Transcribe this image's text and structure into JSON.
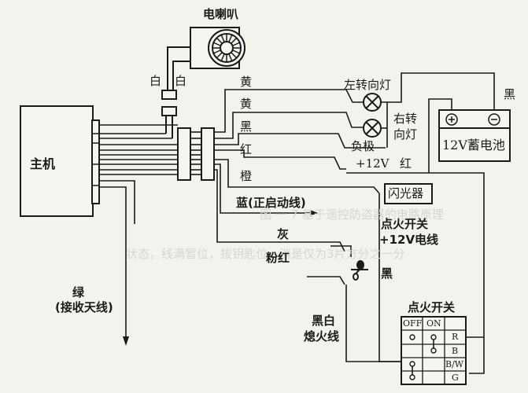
{
  "diagram": {
    "type": "wiring-diagram",
    "subject": "Motorcycle anti-theft alarm host wiring",
    "components": {
      "host": {
        "label": "主机"
      },
      "horn": {
        "label": "电喇叭"
      },
      "battery": {
        "label": "12V蓄电池",
        "positive_symbol": "+",
        "negative_symbol": "−"
      },
      "left_turn_lamp": {
        "label": "左转向灯"
      },
      "right_turn_lamp": {
        "label": "右转\n向灯",
        "line1": "右转",
        "line2": "向灯"
      },
      "flasher": {
        "label": "闪光器"
      },
      "ignition_switch": {
        "label": "点火开关",
        "table": {
          "headers": [
            "OFF",
            "ON",
            ""
          ],
          "rows": [
            {
              "terminal": "R",
              "off": "o",
              "on": "o"
            },
            {
              "terminal": "B",
              "off": "",
              "on": "o"
            },
            {
              "terminal": "B/W",
              "off": "o",
              "on": ""
            },
            {
              "terminal": "G",
              "off": "o",
              "on": ""
            }
          ]
        }
      }
    },
    "wires": {
      "horn_white_1": "白",
      "horn_white_2": "白",
      "yellow_1": "黄",
      "yellow_2": "黄",
      "black_host": "黑",
      "red_host": "红",
      "orange": "橙",
      "blue": "蓝(正启动线)",
      "gray": "灰",
      "pink_red": "粉红",
      "green": "绿",
      "green_note": "(接收天线)",
      "black_white": "黑白",
      "black_white_note": "熄火线",
      "battery_black": "黑",
      "battery_red": "红",
      "negative": "负极",
      "plus12v": "+12V",
      "ignition_12v_line1": "点火开关",
      "ignition_12v_line2": "+12V电线",
      "ignition_black": "黑"
    }
  }
}
